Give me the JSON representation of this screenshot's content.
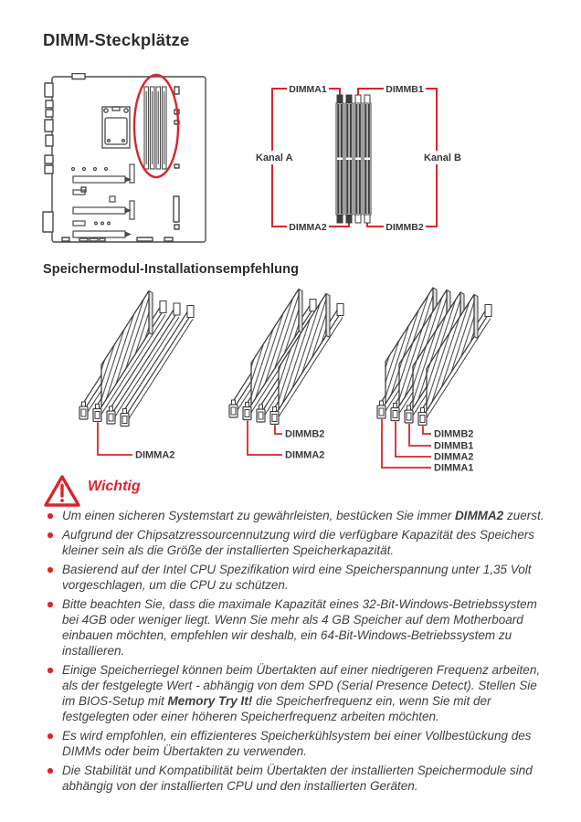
{
  "page": {
    "title": "DIMM-Steckplätze",
    "section2_title": "Speichermodul-Installationsempfehlung"
  },
  "colors": {
    "accent_red": "#d8262c",
    "diagram_stroke": "#3f3f3f",
    "text": "#3f3f3f"
  },
  "dimm_map": {
    "labels": {
      "a1": "DIMMA1",
      "b1": "DIMMB1",
      "a2": "DIMMA2",
      "b2": "DIMMB2",
      "channel_a": "Kanal A",
      "channel_b": "Kanal B"
    }
  },
  "install_recommendation": {
    "diagrams": [
      {
        "modules": [
          false,
          true,
          false,
          false
        ],
        "callouts": [
          {
            "slot": 2,
            "label": "DIMMA2"
          }
        ]
      },
      {
        "modules": [
          false,
          true,
          false,
          true
        ],
        "callouts": [
          {
            "slot": 4,
            "label": "DIMMB2"
          },
          {
            "slot": 2,
            "label": "DIMMA2"
          }
        ]
      },
      {
        "modules": [
          true,
          true,
          true,
          true
        ],
        "callouts": [
          {
            "slot": 4,
            "label": "DIMMB2"
          },
          {
            "slot": 3,
            "label": "DIMMB1"
          },
          {
            "slot": 2,
            "label": "DIMMA2"
          },
          {
            "slot": 1,
            "label": "DIMMA1"
          }
        ]
      }
    ]
  },
  "warning": {
    "title": "Wichtig",
    "bullets": [
      {
        "parts": [
          {
            "t": "Um einen sicheren Systemstart zu gewährleisten, bestücken Sie immer "
          },
          {
            "t": "DIMMA2",
            "b": true
          },
          {
            "t": " zuerst."
          }
        ]
      },
      {
        "parts": [
          {
            "t": "Aufgrund der Chipsatzressourcennutzung wird die verfügbare Kapazität des Speichers kleiner sein als die Größe der installierten Speicherkapazität."
          }
        ]
      },
      {
        "parts": [
          {
            "t": "Basierend auf der Intel CPU Spezifikation wird eine Speicherspannung unter 1,35 Volt vorgeschlagen, um die CPU zu schützen."
          }
        ]
      },
      {
        "parts": [
          {
            "t": "Bitte beachten Sie, dass die maximale Kapazität eines 32-Bit-Windows-Betriebssystem bei 4GB oder weniger liegt. Wenn Sie mehr als 4 GB Speicher auf dem Motherboard einbauen möchten, empfehlen wir deshalb, ein 64-Bit-Windows-Betriebssystem zu installieren."
          }
        ]
      },
      {
        "parts": [
          {
            "t": "Einige Speicherriegel können beim Übertakten auf einer niedrigeren Frequenz arbeiten, als der festgelegte Wert - abhängig von dem SPD (Serial Presence Detect). Stellen Sie im BIOS-Setup mit "
          },
          {
            "t": "Memory Try It!",
            "b": true
          },
          {
            "t": " die Speicherfrequenz ein, wenn Sie mit der festgelegten oder einer höheren Speicherfrequenz arbeiten möchten."
          }
        ]
      },
      {
        "parts": [
          {
            "t": "Es wird empfohlen, ein effizienteres Speicherkühlsystem bei einer Vollbestückung des DIMMs oder beim Übertakten zu verwenden."
          }
        ]
      },
      {
        "parts": [
          {
            "t": "Die Stabilität und Kompatibilität beim Übertakten der installierten Speichermodule sind abhängig von der installierten CPU und den installierten Geräten."
          }
        ]
      }
    ]
  }
}
